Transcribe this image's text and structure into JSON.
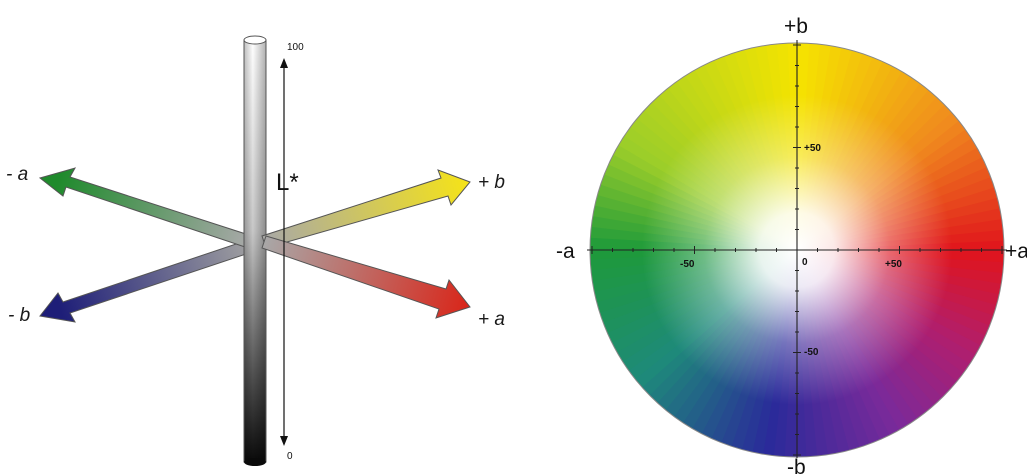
{
  "left_diagram": {
    "lightness_axis": {
      "label": "L*",
      "top_value": "100",
      "bottom_value": "0"
    },
    "arrows": {
      "neg_a": {
        "label": "- a",
        "color": "#2a8a2e"
      },
      "pos_b": {
        "label": "+ b",
        "color": "#f2e21a"
      },
      "neg_b": {
        "label": "- b",
        "color": "#28287a"
      },
      "pos_a": {
        "label": "+ a",
        "color": "#d42a1e"
      }
    }
  },
  "right_diagram": {
    "labels": {
      "top": "+b",
      "bottom": "-b",
      "left": "-a",
      "right": "+a"
    },
    "ticks": {
      "pos_b": "+50",
      "neg_b": "-50",
      "neg_a": "-50",
      "origin": "0",
      "pos_a": "+50"
    },
    "colors": {
      "yellow": "#f5e400",
      "orange": "#f08a1e",
      "red": "#e0141c",
      "magenta": "#b01e6e",
      "purple": "#7a2a9a",
      "blue": "#2a2a9a",
      "teal": "#1e8a7a",
      "green": "#1e9a3a"
    }
  }
}
